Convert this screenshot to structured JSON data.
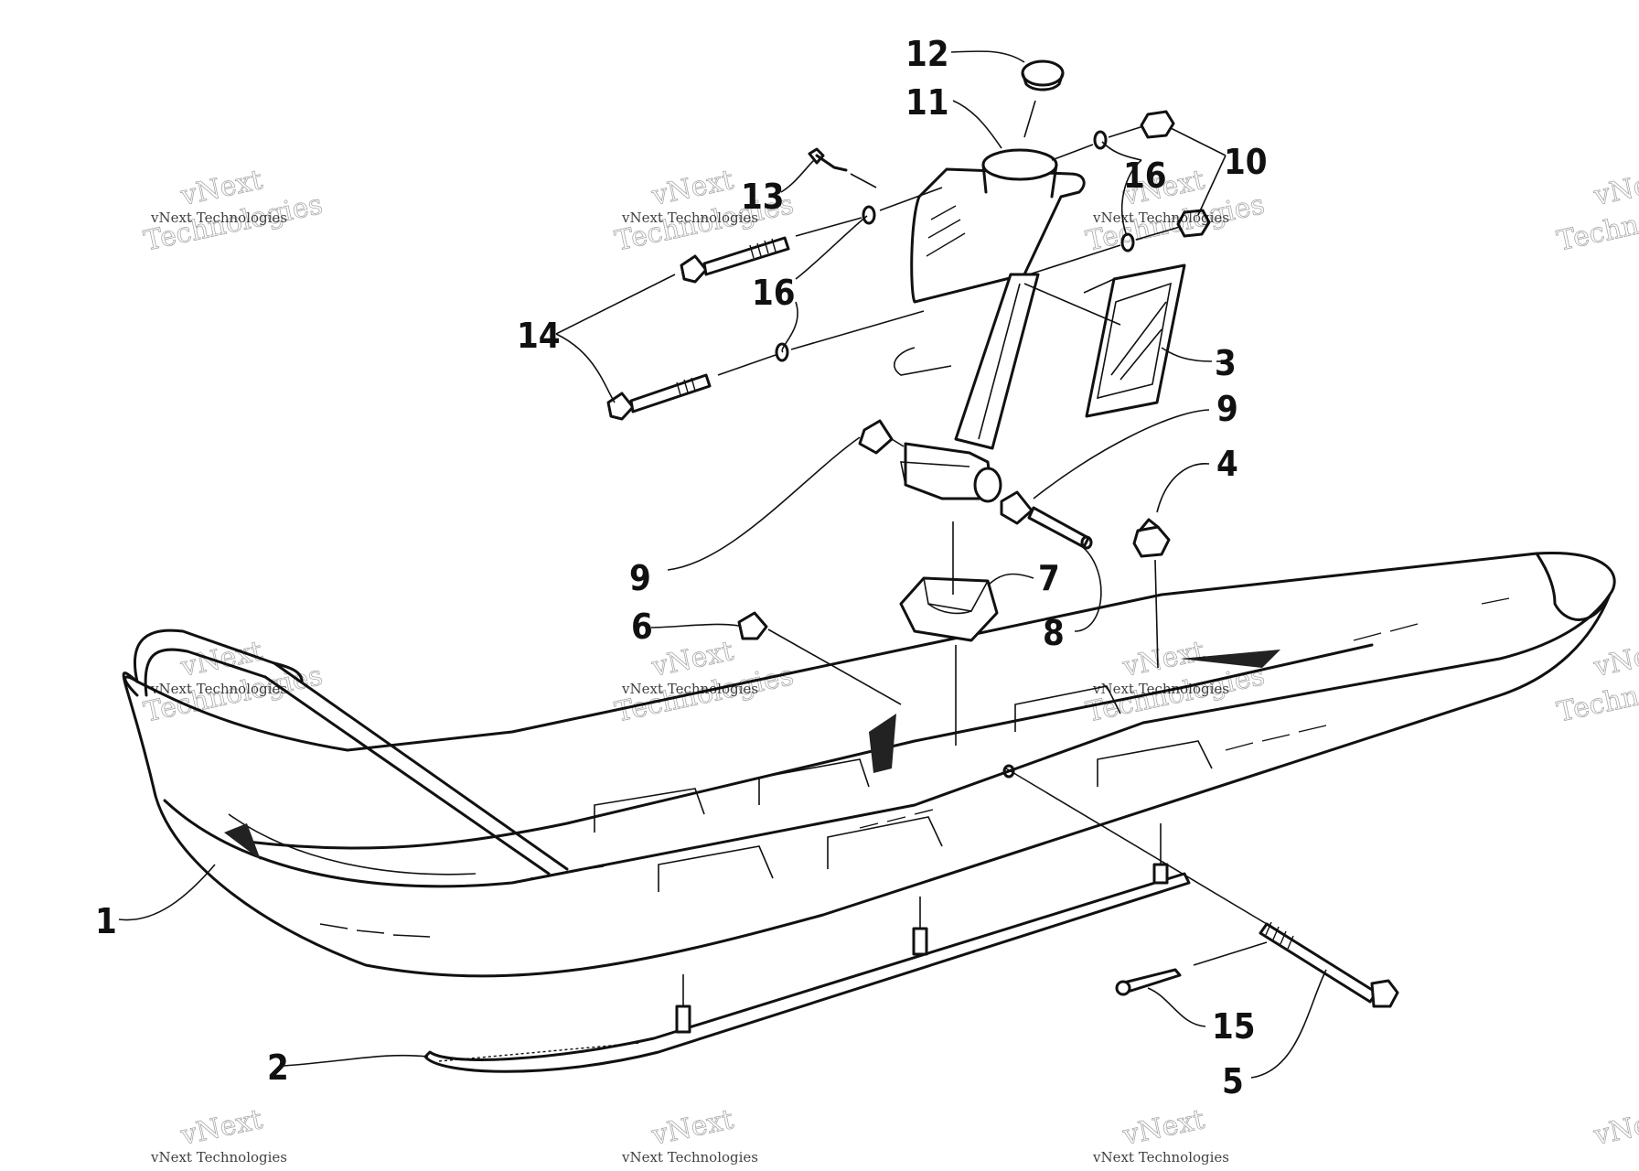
{
  "diagram": {
    "callouts": [
      "1",
      "2",
      "3",
      "4",
      "5",
      "6",
      "7",
      "8",
      "9",
      "9",
      "10",
      "11",
      "12",
      "13",
      "14",
      "15",
      "16",
      "16"
    ],
    "watermark": {
      "line_small": "vNext Technologies",
      "line_big_1": "vNext",
      "line_big_2": "Technologies"
    }
  },
  "colors": {
    "ink": "#111111",
    "paper": "#ffffff"
  }
}
